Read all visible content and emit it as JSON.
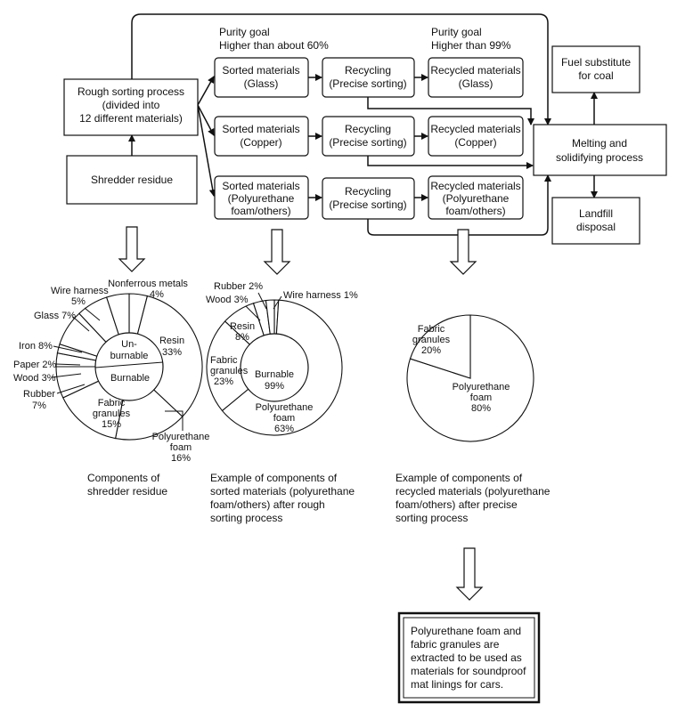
{
  "flow": {
    "purity_left_1": "Purity goal",
    "purity_left_2": "Higher than about 60%",
    "purity_right_1": "Purity goal",
    "purity_right_2": "Higher than 99%",
    "rough": [
      "Rough sorting process",
      "(divided into",
      "12 different materials)"
    ],
    "shredder": "Shredder residue",
    "sorted_glass": [
      "Sorted materials",
      "(Glass)"
    ],
    "sorted_copper": [
      "Sorted materials",
      "(Copper)"
    ],
    "sorted_pu": [
      "Sorted materials",
      "(Polyurethane",
      "foam/others)"
    ],
    "recycling": [
      "Recycling",
      "(Precise sorting)"
    ],
    "recycled_glass": [
      "Recycled materials",
      "(Glass)"
    ],
    "recycled_copper": [
      "Recycled materials",
      "(Copper)"
    ],
    "recycled_pu": [
      "Recycled materials",
      "(Polyurethane",
      "foam/others)"
    ],
    "fuel": [
      "Fuel substitute",
      "for coal"
    ],
    "melting": [
      "Melting and",
      "solidifying process"
    ],
    "landfill": [
      "Landfill",
      "disposal"
    ]
  },
  "chart_data": [
    {
      "type": "pie",
      "title": "Components of shredder residue",
      "center_labels": [
        "Un-burnable",
        "Burnable"
      ],
      "slices": [
        {
          "label": "Nonferrous metals",
          "value": 4
        },
        {
          "label": "Resin",
          "value": 33
        },
        {
          "label": "Polyurethane foam",
          "value": 16
        },
        {
          "label": "Fabric granules",
          "value": 15
        },
        {
          "label": "Rubber",
          "value": 7
        },
        {
          "label": "Wood",
          "value": 3
        },
        {
          "label": "Paper",
          "value": 2
        },
        {
          "label": "Iron",
          "value": 8
        },
        {
          "label": "Glass",
          "value": 7
        },
        {
          "label": "Wire harness",
          "value": 5
        }
      ]
    },
    {
      "type": "pie",
      "title": "Example of components of sorted materials (polyurethane foam/others) after rough sorting process",
      "center_labels": [
        "Burnable",
        "99%"
      ],
      "slices": [
        {
          "label": "Wire harness",
          "value": 1
        },
        {
          "label": "Polyurethane foam",
          "value": 63
        },
        {
          "label": "Fabric granules",
          "value": 23
        },
        {
          "label": "Resin",
          "value": 8
        },
        {
          "label": "Wood",
          "value": 3
        },
        {
          "label": "Rubber",
          "value": 2
        }
      ]
    },
    {
      "type": "pie",
      "title": "Example of components of recycled materials (polyurethane foam/others) after precise sorting process",
      "slices": [
        {
          "label": "Polyurethane foam",
          "value": 80
        },
        {
          "label": "Fabric granules",
          "value": 20
        }
      ]
    }
  ],
  "captions": {
    "c1": [
      "Components of",
      "shredder residue"
    ],
    "c2": [
      "Example of components of",
      "sorted materials (polyurethane",
      "foam/others) after rough",
      "sorting process"
    ],
    "c3": [
      "Example of components of",
      "recycled materials (polyurethane",
      "foam/others) after precise",
      "sorting process"
    ]
  },
  "conclusion": [
    "Polyurethane foam and",
    "fabric granules are",
    "extracted to be used as",
    "materials for soundproof",
    "mat linings for cars."
  ],
  "pie_labels": {
    "p1": {
      "nonferrous": [
        "Nonferrous metals",
        "4%"
      ],
      "wire": [
        "Wire harness",
        "5%"
      ],
      "glass": "Glass 7%",
      "iron": "Iron 8%",
      "paper": "Paper 2%",
      "wood": "Wood 3%",
      "rubber": [
        "Rubber",
        "7%"
      ],
      "fabric": [
        "Fabric",
        "granules",
        "15%"
      ],
      "resin": [
        "Resin",
        "33%"
      ],
      "pu": [
        "Polyurethane",
        "foam",
        "16%"
      ],
      "unburnable": [
        "Un-",
        "burnable"
      ],
      "burnable": "Burnable"
    },
    "p2": {
      "rubber": "Rubber 2%",
      "wood": "Wood 3%",
      "wire": "Wire harness 1%",
      "resin": [
        "Resin",
        "8%"
      ],
      "fabric": [
        "Fabric",
        "granules",
        "23%"
      ],
      "burnable": [
        "Burnable",
        "99%"
      ],
      "pu": [
        "Polyurethane",
        "foam",
        "63%"
      ]
    },
    "p3": {
      "fabric": [
        "Fabric",
        "granules",
        "20%"
      ],
      "pu": [
        "Polyurethane",
        "foam",
        "80%"
      ]
    }
  },
  "colors": {
    "ink": "#111111",
    "background": "#ffffff"
  }
}
